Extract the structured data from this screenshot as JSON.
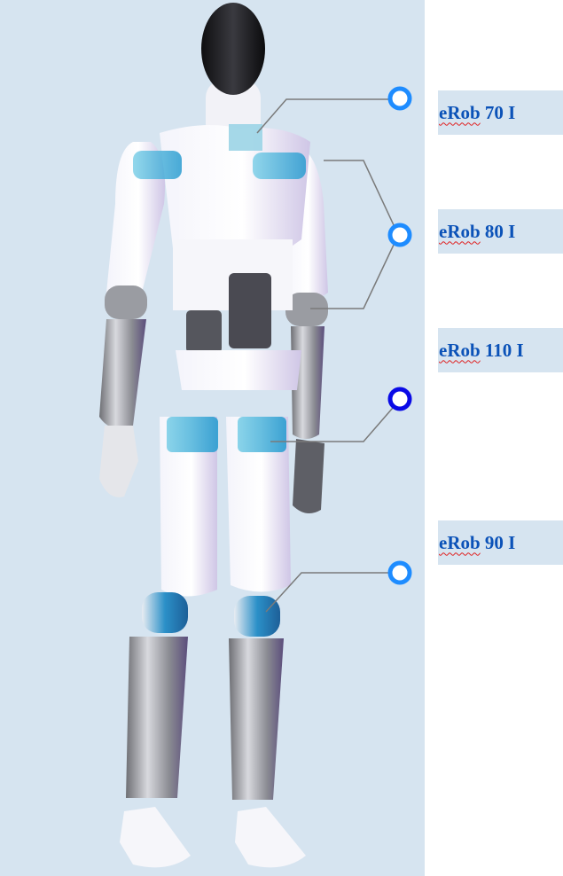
{
  "figure": {
    "subject": "humanoid robot with highlighted joint actuators",
    "background_color": "#d6e4f0"
  },
  "colors": {
    "label_text": "#0b52b8",
    "label_background": "#d6e4f0",
    "marker_light": "#1e8cff",
    "marker_dark": "#0a0ae6",
    "leader_line": "#7a7a7a",
    "spellcheck_underline": "#e02020"
  },
  "callouts": [
    {
      "brand": "eRob",
      "model": "70 I",
      "label": "eRob 70 I",
      "location": "neck",
      "marker_style": "light"
    },
    {
      "brand": "eRob",
      "model": "80 I",
      "label": "eRob 80 I",
      "location": "shoulder / elbow",
      "marker_style": "light"
    },
    {
      "brand": "eRob",
      "model": "110 I",
      "label": "eRob 110 I",
      "location": "hip",
      "marker_style": "dark"
    },
    {
      "brand": "eRob",
      "model": "90 I",
      "label": "eRob 90 I",
      "location": "knee",
      "marker_style": "light"
    }
  ]
}
